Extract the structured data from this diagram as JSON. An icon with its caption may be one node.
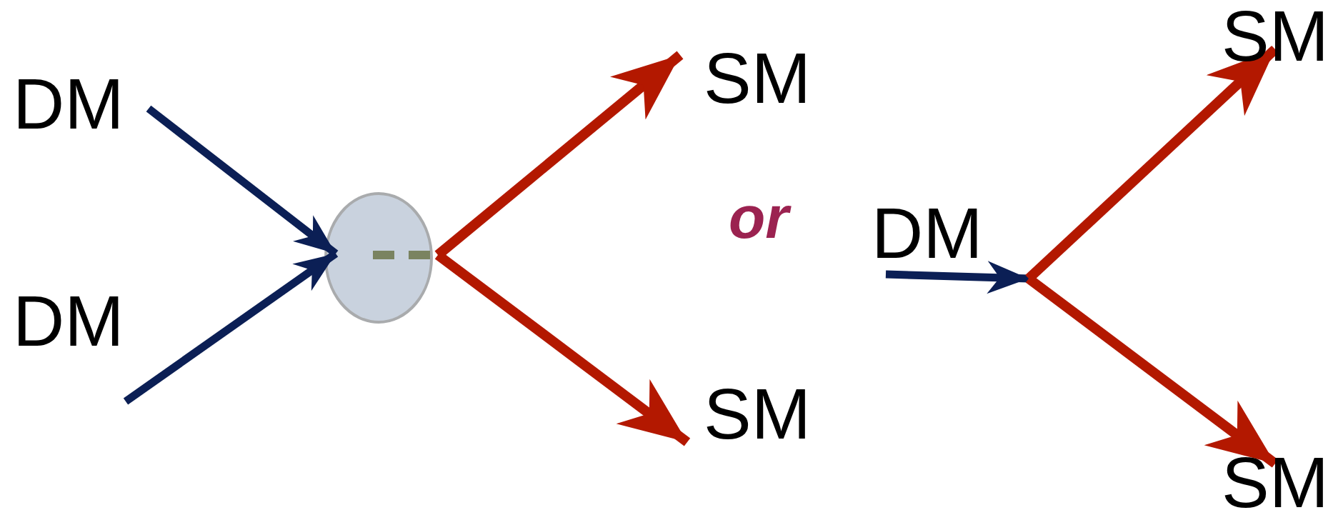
{
  "diagram": {
    "nodes": [
      {
        "text": [
          "DM"
        ]
      },
      {
        "text": [
          "DM"
        ]
      },
      {
        "text": [],
        "shape": "ellipse"
      },
      {
        "text": [
          "SM"
        ]
      },
      {
        "text": [
          "SM"
        ]
      },
      {
        "text": [
          "DM"
        ]
      },
      {
        "text": [
          "SM"
        ]
      },
      {
        "text": [
          "SM"
        ]
      }
    ],
    "edges": [
      {
        "from": 0,
        "to": 2,
        "arrow": "to",
        "color": "#0b1f55"
      },
      {
        "from": 1,
        "to": 2,
        "arrow": "to",
        "color": "#0b1f55"
      },
      {
        "from": 2,
        "to": 3,
        "arrow": "to"
      },
      {
        "from": 2,
        "to": 4,
        "arrow": "to"
      },
      {
        "from": 5,
        "to": null,
        "arrow": "to",
        "color": "#0b1f55"
      },
      {
        "from": null,
        "to": 6,
        "arrow": "to"
      },
      {
        "from": null,
        "to": 7,
        "arrow": "to"
      }
    ],
    "labels": [
      "or"
    ]
  }
}
